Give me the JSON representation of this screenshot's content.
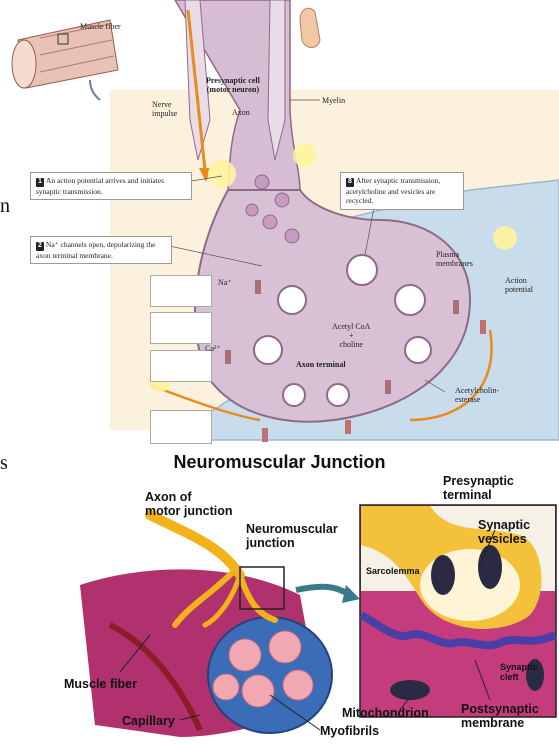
{
  "top_panel": {
    "muscle_fiber_label": "Muscle fiber",
    "presynaptic_cell": "Presynaptic cell",
    "motor_neuron": "(motor neuron)",
    "axon": "Axon",
    "myelin": "Myelin",
    "nerve_impulse_1": "Nerve",
    "nerve_impulse_2": "impulse",
    "na_plus": "Na⁺",
    "ca_2plus": "Ca²⁺",
    "acetyl_coa": "Acetyl CoA",
    "plus": "+",
    "choline": "choline",
    "axon_terminal": "Axon terminal",
    "plasma_membranes_1": "Plasma",
    "plasma_membranes_2": "membranes",
    "action_potential_1": "Action",
    "action_potential_2": "potential",
    "acetylcholinesterase_1": "Acetylcholin-",
    "acetylcholinesterase_2": "esterase",
    "step1_num": "1",
    "step1_text": "An action potential arrives and initiates synaptic transmission.",
    "step2_num": "2",
    "step2_text": "Na⁺ channels open, depolarizing the axon terminal membrane.",
    "step8_num": "8",
    "step8_text": "After synaptic transmission, acetylcholine and vesicles are recycled.",
    "left_fragment_n": "n",
    "left_fragment_s": "s"
  },
  "bottom_panel": {
    "title": "Neuromuscular Junction",
    "axon_of_motor_junction_1": "Axon of",
    "axon_of_motor_junction_2": "motor junction",
    "neuromuscular_junction_1": "Neuromuscular",
    "neuromuscular_junction_2": "junction",
    "presynaptic_terminal_1": "Presynaptic",
    "presynaptic_terminal_2": "terminal",
    "synaptic_vesicles_1": "Synaptic",
    "synaptic_vesicles_2": "vesicles",
    "sarcolemma": "Sarcolemma",
    "synaptic_cleft_1": "Synaptic",
    "synaptic_cleft_2": "cleft",
    "muscle_fiber": "Muscle fiber",
    "capillary": "Capillary",
    "mitochondrion": "Mitochondrion",
    "postsynaptic_membrane_1": "Postsynaptic",
    "postsynaptic_membrane_2": "membrane",
    "myofibrils": "Myofibrils"
  },
  "colors": {
    "background_panel": "#fbf1dc",
    "neuron_purple": "#cfb3cb",
    "neuron_outline": "#8e6a88",
    "muscle_blue": "#c5dbea",
    "impulse_orange": "#e98a1c",
    "axon_yellow": "#f3b21a",
    "muscle_magenta": "#b1306e"
  }
}
